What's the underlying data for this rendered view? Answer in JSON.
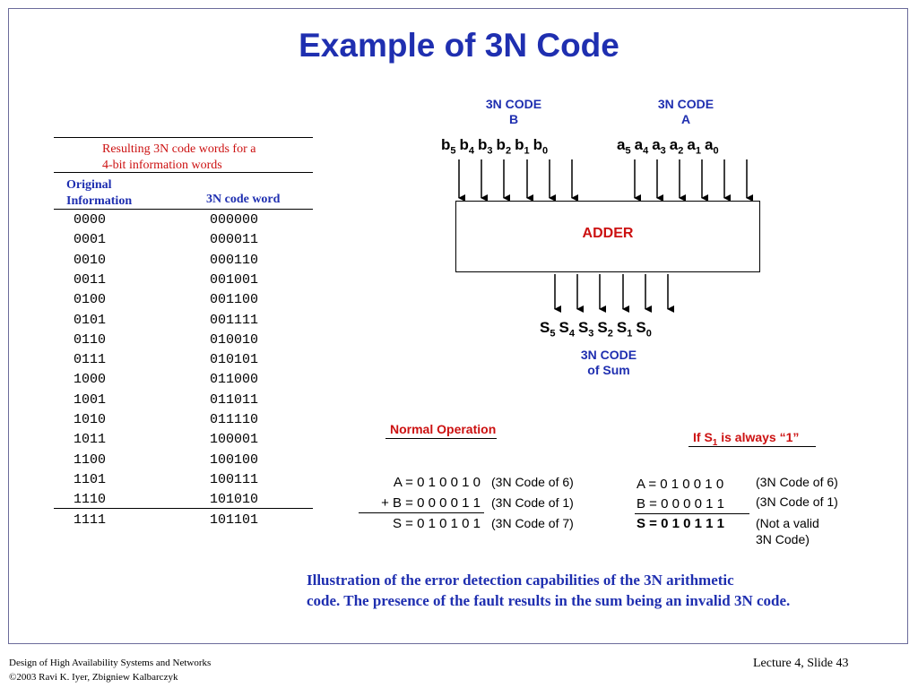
{
  "slide": {
    "title": "Example of 3N Code"
  },
  "table": {
    "caption_line1": "Resulting 3N code words for a",
    "caption_line2": "4-bit information words",
    "col1_header_line1": "Original",
    "col1_header_line2": "Information",
    "col2_header": "3N code word",
    "rows": [
      {
        "info": "0000",
        "code": "000000"
      },
      {
        "info": "0001",
        "code": "000011"
      },
      {
        "info": "0010",
        "code": "000110"
      },
      {
        "info": "0011",
        "code": "001001"
      },
      {
        "info": "0100",
        "code": "001100"
      },
      {
        "info": "0101",
        "code": "001111"
      },
      {
        "info": "0110",
        "code": "010010"
      },
      {
        "info": "0111",
        "code": "010101"
      },
      {
        "info": "1000",
        "code": "011000"
      },
      {
        "info": "1001",
        "code": "011011"
      },
      {
        "info": "1010",
        "code": "011110"
      },
      {
        "info": "1011",
        "code": "100001"
      },
      {
        "info": "1100",
        "code": "100100"
      },
      {
        "info": "1101",
        "code": "100111"
      },
      {
        "info": "1110",
        "code": "101010"
      },
      {
        "info": "1111",
        "code": "101101"
      }
    ]
  },
  "adder": {
    "input_b_line1": "3N CODE",
    "input_b_line2": "B",
    "input_a_line1": "3N CODE",
    "input_a_line2": "A",
    "b_prefix": "b",
    "a_prefix": "a",
    "s_prefix": "S",
    "b_bits": [
      "5",
      "4",
      "3",
      "2",
      "1",
      "0"
    ],
    "a_bits": [
      "5",
      "4",
      "3",
      "2",
      "1",
      "0"
    ],
    "s_bits": [
      "5",
      "4",
      "3",
      "2",
      "1",
      "0"
    ],
    "label": "ADDER",
    "output_line1": "3N CODE",
    "output_line2": "of Sum"
  },
  "normal": {
    "heading": "Normal Operation",
    "lines": [
      {
        "eq": "A = 0 1 0 0 1 0",
        "note": "(3N Code of 6)"
      },
      {
        "eq": "+ B = 0 0 0 0 1 1",
        "note": "(3N Code of 1)"
      },
      {
        "eq": "S = 0 1 0 1 0 1",
        "note": "(3N Code of 7)"
      }
    ]
  },
  "fault": {
    "heading_prefix": "If S",
    "heading_sub": "1",
    "heading_suffix": " is always “1”",
    "lines": [
      {
        "eq": "A = 0 1 0 0 1 0",
        "note": "(3N Code of 6)"
      },
      {
        "eq": "B = 0 0 0 0 1 1",
        "note": "(3N Code of 1)"
      },
      {
        "eq": "S = 0 1 0 1 1 1",
        "note_line1": "(Not a valid",
        "note_line2": "3N Code)"
      }
    ]
  },
  "illustration": {
    "line1": "Illustration of the error detection capabilities of the 3N arithmetic",
    "line2": "code. The presence of the fault results in the sum being an invalid 3N code."
  },
  "footer": {
    "left_line1": "Design of High Availability Systems and Networks",
    "left_line2": "©2003 Ravi K. Iyer, Zbigniew Kalbarczyk",
    "right": "Lecture 4, Slide 43"
  },
  "colors": {
    "title_blue": "#1f2fb0",
    "accent_red": "#cc1111"
  }
}
